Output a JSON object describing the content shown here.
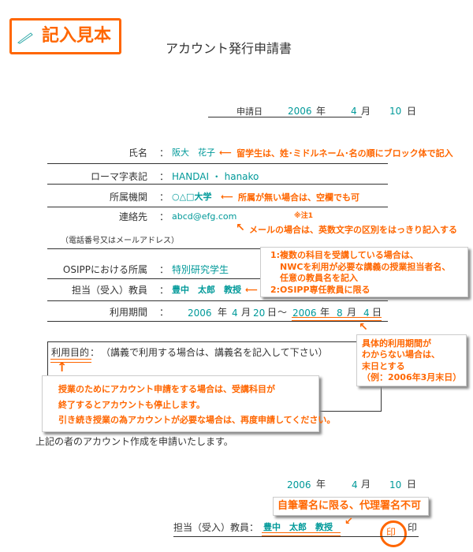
{
  "stamp": {
    "label": "記入見本",
    "icon": "pen-icon"
  },
  "title": "アカウント発行申請書",
  "application_date": {
    "label": "申請日",
    "year": "2006",
    "year_unit": "年",
    "month": "4",
    "month_unit": "月",
    "day": "10",
    "day_unit": "日"
  },
  "fields": {
    "colon": "：",
    "name": {
      "label": "氏名",
      "value": "阪大　花子",
      "note": "留学生は、姓･ミドルネーム･名の順にブロック体で記入"
    },
    "romaji": {
      "label": "ローマ字表記",
      "value": "HANDAI ・ hanako"
    },
    "affiliation": {
      "label": "所属機関",
      "value": "○△□大学",
      "note": "所属が無い場合は、空欄でも可"
    },
    "contact": {
      "label": "連絡先",
      "sublabel": "（電話番号又はメールアドレス）",
      "value": "abcd@efg.com",
      "note_mark": "※注1",
      "note": "メールの場合は、英数文字の区別をはっきり記入する"
    },
    "osipp": {
      "label": "OSIPPにおける所属",
      "value": "特別研究学生"
    },
    "advisor": {
      "label": "担当（受入）教員",
      "value": "豊中　太郎　教授"
    },
    "advisor_note": [
      "1:複数の科目を受講している場合は、",
      "NWCを利用が必要な講義の授業担当者名、",
      "任意の教員名を記入",
      "2:OSIPP専任教員に限る"
    ],
    "period": {
      "label": "利用期間",
      "start_year": "2006",
      "start_month": "4",
      "start_day": "20",
      "end_year": "2006",
      "end_month": "8",
      "end_day": "4",
      "year_unit": "年",
      "month_unit": "月",
      "day_unit": "日",
      "tilde": "～"
    },
    "period_note": [
      "具体的利用期間が",
      "わからない場合は、",
      "末日とする",
      "（例：2006年3月末日）"
    ]
  },
  "purpose": {
    "label": "利用目的",
    "colon": "：",
    "hint": "（講義で利用する場合は、講義名を記入して下さい）",
    "note": [
      "授業のためにアカウント申請をする場合は、受講科目が",
      "終了するとアカウントも停止します。",
      "引き続き授業の為アカウントが必要な場合は、再度申請してください。"
    ]
  },
  "declaration": "上記の者のアカウント作成を申請いたします。",
  "signature": {
    "year": "2006",
    "month": "4",
    "day": "10",
    "year_unit": "年",
    "month_unit": "月",
    "day_unit": "日",
    "note": "自筆署名に限る、代理署名不可",
    "label": "担当（受入）教員：",
    "value": "豊中　太郎　教授",
    "seal_circle": "印",
    "seal": "印"
  },
  "colors": {
    "accent": "#ff6600",
    "fill": "#009999",
    "text": "#333333"
  }
}
